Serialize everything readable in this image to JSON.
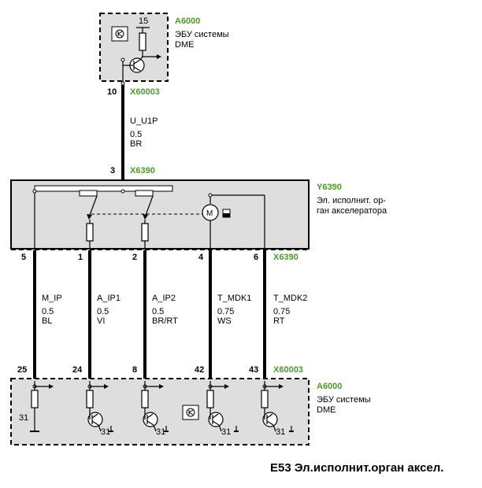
{
  "top_ecu": {
    "id": "A6000",
    "desc_line1": "ЭБУ системы",
    "desc_line2": "DME",
    "pin_label": "15",
    "connector_pin": "10",
    "connector_id": "X60003"
  },
  "wire_top": {
    "signal": "U_U1P",
    "gauge": "0.5",
    "color": "BR"
  },
  "actuator": {
    "id": "Y6390",
    "desc_line1": "Эл. исполнит. ор-",
    "desc_line2": "ган акселератора",
    "top_pin": "3",
    "top_connector": "X6390",
    "bottom_connector": "X6390",
    "bottom_pins": [
      "5",
      "1",
      "2",
      "4",
      "6"
    ],
    "motor_label": "M"
  },
  "wires": [
    {
      "signal": "M_IP",
      "gauge": "0.5",
      "color": "BL"
    },
    {
      "signal": "A_IP1",
      "gauge": "0.5",
      "color": "VI"
    },
    {
      "signal": "A_IP2",
      "gauge": "0.5",
      "color": "BR/RT"
    },
    {
      "signal": "T_MDK1",
      "gauge": "0.75",
      "color": "WS"
    },
    {
      "signal": "T_MDK2",
      "gauge": "0.75",
      "color": "RT"
    }
  ],
  "bottom_ecu": {
    "id": "A6000",
    "desc_line1": "ЭБУ системы",
    "desc_line2": "DME",
    "connector_id": "X60003",
    "pins": [
      "25",
      "24",
      "8",
      "42",
      "43"
    ],
    "ground_labels": [
      "31",
      "31",
      "31",
      "31",
      "31"
    ]
  },
  "caption": "E53 Эл.исполнит.орган аксел."
}
